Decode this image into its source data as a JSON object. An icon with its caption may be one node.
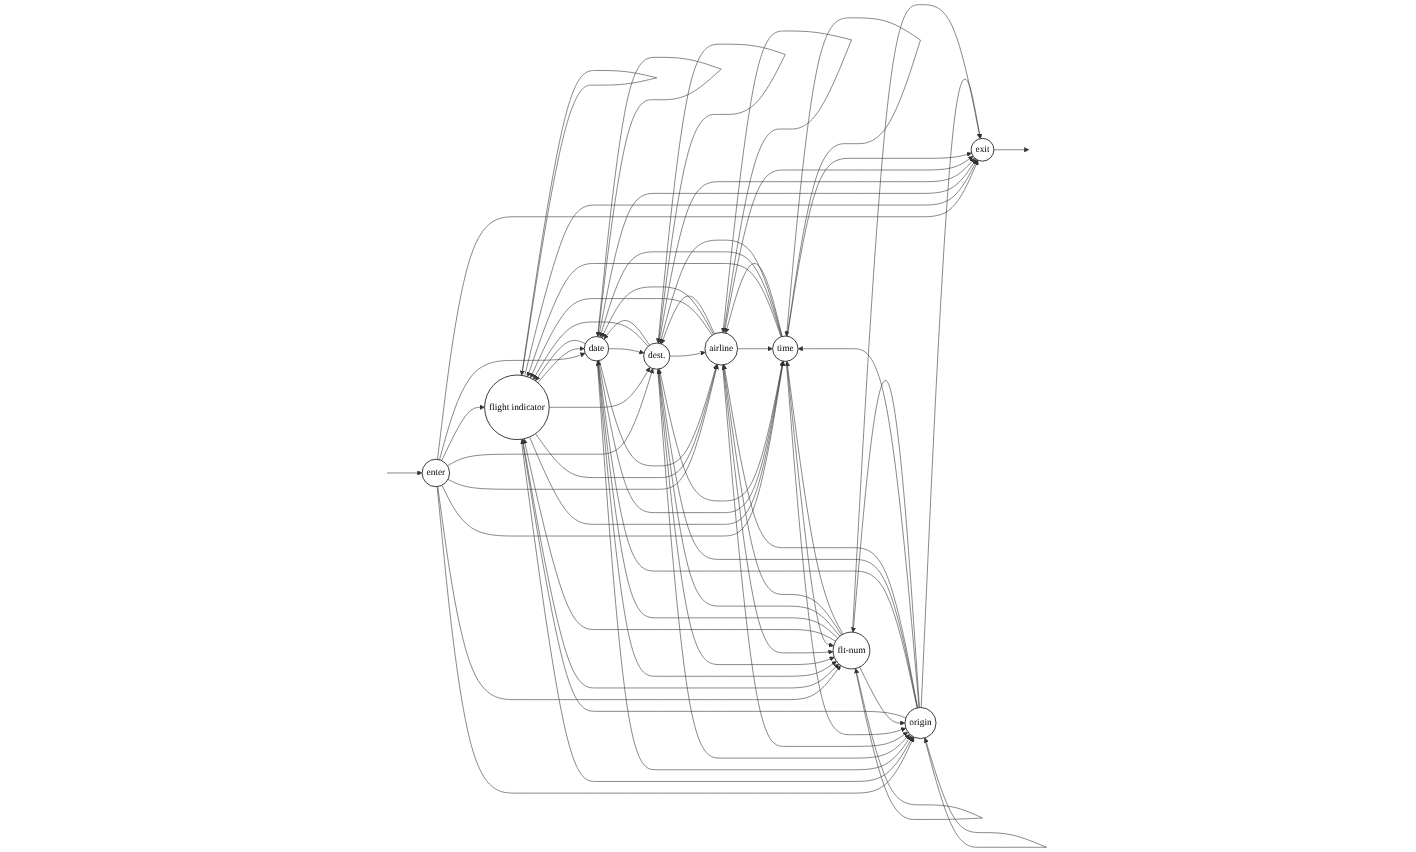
{
  "diagram": {
    "nodes": [
      {
        "text": [
          "enter"
        ]
      },
      {
        "text": [
          "flight indicator"
        ]
      },
      {
        "text": [
          "date"
        ]
      },
      {
        "text": [
          "dest."
        ]
      },
      {
        "text": [
          "airline"
        ]
      },
      {
        "text": [
          "time"
        ]
      },
      {
        "text": [
          "flt-num"
        ]
      },
      {
        "text": [
          "origin"
        ]
      },
      {
        "text": [
          "exit"
        ]
      }
    ],
    "edges": [
      {
        "from": null,
        "to": 0,
        "arrow": "to"
      },
      {
        "from": 0,
        "to": 1,
        "arrow": "to"
      },
      {
        "from": 0,
        "to": 2,
        "arrow": "to"
      },
      {
        "from": 0,
        "to": 3,
        "arrow": "to"
      },
      {
        "from": 0,
        "to": 4,
        "arrow": "to"
      },
      {
        "from": 0,
        "to": 5,
        "arrow": "to"
      },
      {
        "from": 0,
        "to": 6,
        "arrow": "to"
      },
      {
        "from": 0,
        "to": 7,
        "arrow": "to"
      },
      {
        "from": 0,
        "to": 8,
        "arrow": "to"
      },
      {
        "from": 1,
        "to": 1,
        "arrow": "to"
      },
      {
        "from": 2,
        "to": 2,
        "arrow": "to"
      },
      {
        "from": 3,
        "to": 3,
        "arrow": "to"
      },
      {
        "from": 4,
        "to": 4,
        "arrow": "to"
      },
      {
        "from": 5,
        "to": 5,
        "arrow": "to"
      },
      {
        "from": 6,
        "to": 6,
        "arrow": "to"
      },
      {
        "from": 7,
        "to": 7,
        "arrow": "to"
      },
      {
        "from": 1,
        "to": 2,
        "arrow": "to"
      },
      {
        "from": 1,
        "to": 3,
        "arrow": "to"
      },
      {
        "from": 1,
        "to": 4,
        "arrow": "to"
      },
      {
        "from": 1,
        "to": 5,
        "arrow": "to"
      },
      {
        "from": 1,
        "to": 6,
        "arrow": "to"
      },
      {
        "from": 1,
        "to": 7,
        "arrow": "to"
      },
      {
        "from": 2,
        "to": 1,
        "arrow": "to"
      },
      {
        "from": 2,
        "to": 3,
        "arrow": "to"
      },
      {
        "from": 2,
        "to": 4,
        "arrow": "to"
      },
      {
        "from": 2,
        "to": 5,
        "arrow": "to"
      },
      {
        "from": 2,
        "to": 6,
        "arrow": "to"
      },
      {
        "from": 2,
        "to": 7,
        "arrow": "to"
      },
      {
        "from": 3,
        "to": 1,
        "arrow": "to"
      },
      {
        "from": 3,
        "to": 2,
        "arrow": "to"
      },
      {
        "from": 3,
        "to": 4,
        "arrow": "to"
      },
      {
        "from": 3,
        "to": 5,
        "arrow": "to"
      },
      {
        "from": 3,
        "to": 6,
        "arrow": "to"
      },
      {
        "from": 3,
        "to": 7,
        "arrow": "to"
      },
      {
        "from": 4,
        "to": 1,
        "arrow": "to"
      },
      {
        "from": 4,
        "to": 2,
        "arrow": "to"
      },
      {
        "from": 4,
        "to": 3,
        "arrow": "to"
      },
      {
        "from": 4,
        "to": 5,
        "arrow": "to"
      },
      {
        "from": 4,
        "to": 6,
        "arrow": "to"
      },
      {
        "from": 4,
        "to": 7,
        "arrow": "to"
      },
      {
        "from": 5,
        "to": 1,
        "arrow": "to"
      },
      {
        "from": 5,
        "to": 2,
        "arrow": "to"
      },
      {
        "from": 5,
        "to": 3,
        "arrow": "to"
      },
      {
        "from": 5,
        "to": 4,
        "arrow": "to"
      },
      {
        "from": 5,
        "to": 6,
        "arrow": "to"
      },
      {
        "from": 5,
        "to": 7,
        "arrow": "to"
      },
      {
        "from": 6,
        "to": 1,
        "arrow": "to"
      },
      {
        "from": 6,
        "to": 2,
        "arrow": "to"
      },
      {
        "from": 6,
        "to": 3,
        "arrow": "to"
      },
      {
        "from": 6,
        "to": 4,
        "arrow": "to"
      },
      {
        "from": 6,
        "to": 5,
        "arrow": "to"
      },
      {
        "from": 6,
        "to": 7,
        "arrow": "to"
      },
      {
        "from": 7,
        "to": 1,
        "arrow": "to"
      },
      {
        "from": 7,
        "to": 2,
        "arrow": "to"
      },
      {
        "from": 7,
        "to": 3,
        "arrow": "to"
      },
      {
        "from": 7,
        "to": 4,
        "arrow": "to"
      },
      {
        "from": 7,
        "to": 5,
        "arrow": "to"
      },
      {
        "from": 7,
        "to": 6,
        "arrow": "to"
      },
      {
        "from": 1,
        "to": 8,
        "arrow": "to"
      },
      {
        "from": 2,
        "to": 8,
        "arrow": "to"
      },
      {
        "from": 3,
        "to": 8,
        "arrow": "to"
      },
      {
        "from": 4,
        "to": 8,
        "arrow": "to"
      },
      {
        "from": 5,
        "to": 8,
        "arrow": "to"
      },
      {
        "from": 6,
        "to": 8,
        "arrow": "to"
      },
      {
        "from": 7,
        "to": 8,
        "arrow": "to"
      },
      {
        "from": 8,
        "to": null,
        "arrow": "to"
      }
    ]
  }
}
